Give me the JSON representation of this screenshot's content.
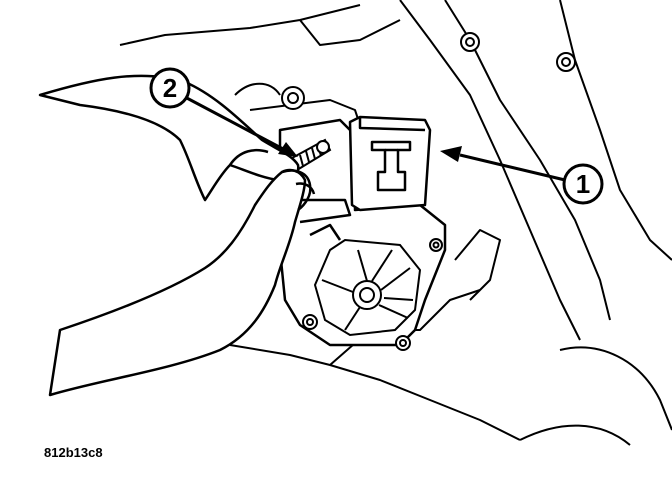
{
  "figure": {
    "callouts": [
      {
        "number": "1"
      },
      {
        "number": "2"
      }
    ],
    "caption": "812b13c8"
  },
  "colors": {
    "ink": "#000000",
    "paper": "#ffffff"
  }
}
